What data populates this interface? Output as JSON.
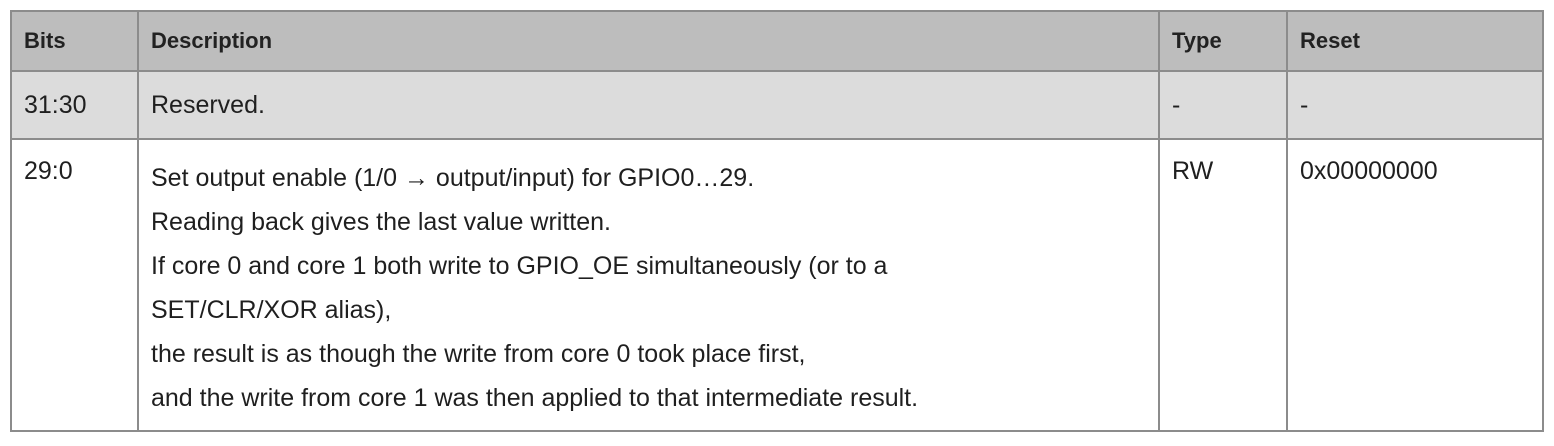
{
  "table": {
    "headers": {
      "bits": "Bits",
      "description": "Description",
      "type": "Type",
      "reset": "Reset"
    },
    "rows": [
      {
        "bits": "31:30",
        "description": [
          "Reserved."
        ],
        "type": "-",
        "reset": "-"
      },
      {
        "bits": "29:0",
        "description": [
          "Set output enable (1/0 → output/input) for GPIO0…29.",
          "Reading back gives the last value written.",
          "If core 0 and core 1 both write to GPIO_OE simultaneously (or to a",
          "SET/CLR/XOR alias),",
          "the result is as though the write from core 0 took place first,",
          "and the write from core 1 was then applied to that intermediate result."
        ],
        "type": "RW",
        "reset": "0x00000000"
      }
    ]
  }
}
